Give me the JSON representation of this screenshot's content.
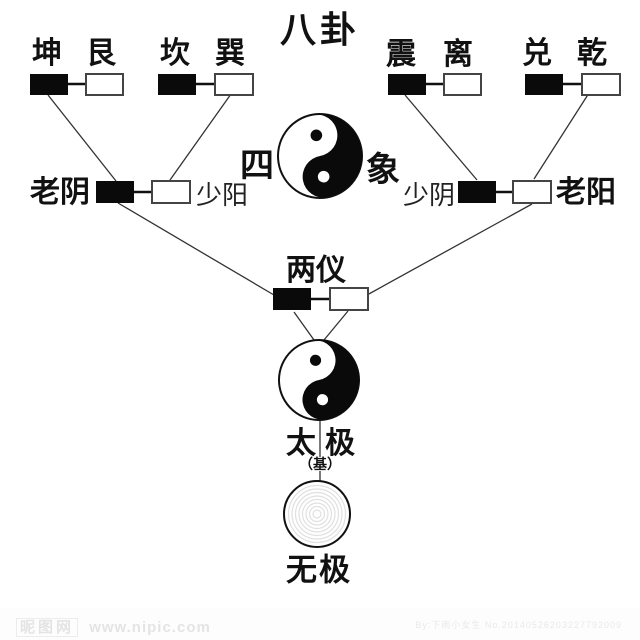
{
  "title": "八卦",
  "trigrams": [
    "坤",
    "艮",
    "坎",
    "巽",
    "震",
    "离",
    "兑",
    "乾"
  ],
  "four_images": {
    "si": "四",
    "xiang": "象",
    "lao_yin": "老阴",
    "shao_yang": "少阳",
    "shao_yin": "少阴",
    "lao_yang": "老阳"
  },
  "liang_yi": "两仪",
  "tai_ji": "太极",
  "tai_ji_note": "（基）",
  "wu_ji": "无极",
  "watermark": {
    "site_name": "昵图网",
    "site_url": "www.nipic.com",
    "credit": "By:下雨小女生  No.20140526203227792009"
  },
  "colors": {
    "ink": "#111111",
    "box_border": "#444444",
    "line": "#333333",
    "ring_gray": "#e0e0e0",
    "watermark_gray": "#e6e6e6"
  }
}
